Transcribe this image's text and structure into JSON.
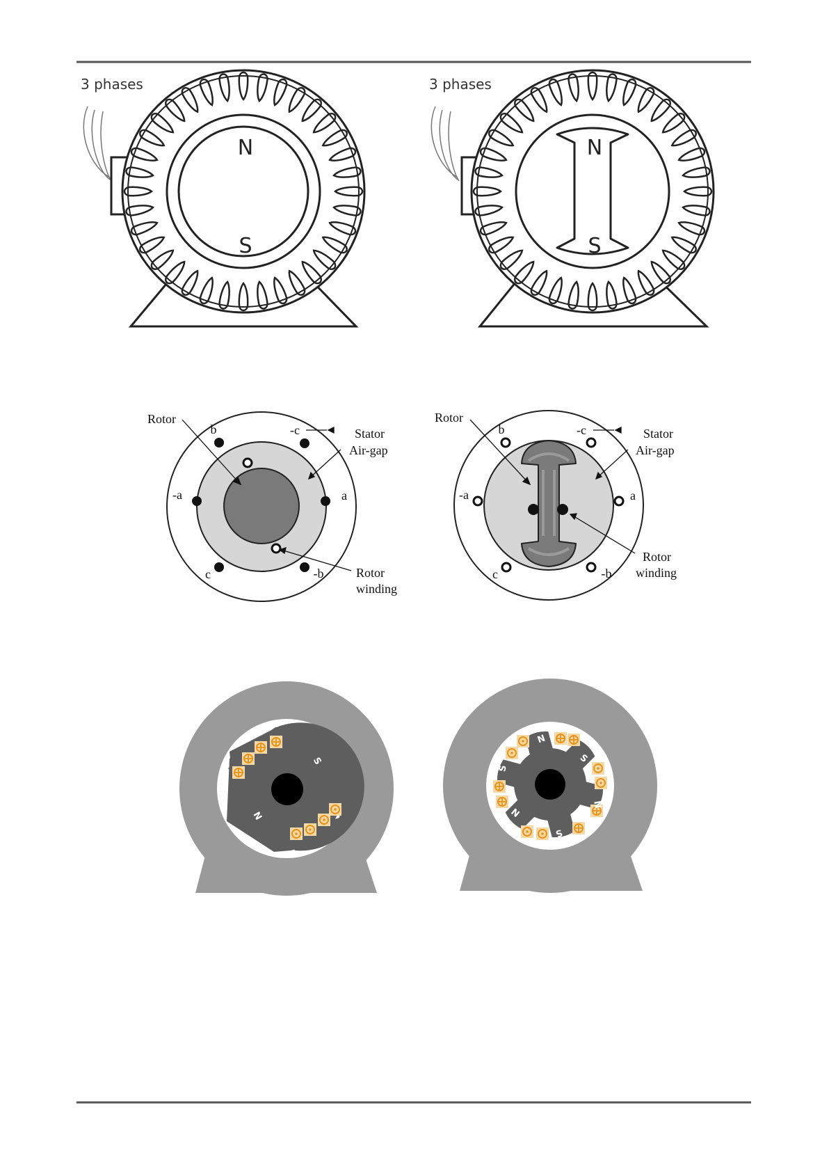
{
  "top_left": {
    "caption": "3 phases",
    "north": "N",
    "south": "S"
  },
  "top_right": {
    "caption": "3 phases",
    "north": "N",
    "south": "S"
  },
  "mid_left": {
    "rotor": "Rotor",
    "stator": "Stator",
    "air_gap": "Air-gap",
    "rotor_winding_1": "Rotor",
    "rotor_winding_2": "winding",
    "coil_labels": [
      "b",
      "-c",
      "-a",
      "a",
      "c",
      "-b"
    ]
  },
  "mid_right": {
    "rotor": "Rotor",
    "stator": "Stator",
    "air_gap": "Air-gap",
    "rotor_winding_1": "Rotor",
    "rotor_winding_2": "winding",
    "coil_labels": [
      "b",
      "-c",
      "-a",
      "a",
      "c",
      "-b"
    ]
  },
  "bottom_left": {
    "pole_labels": [
      "S",
      "N"
    ]
  },
  "bottom_right": {
    "pole_labels": [
      "N",
      "S",
      "S",
      "N",
      "N",
      "S"
    ]
  },
  "colors": {
    "motor_gray": "#9a9a9a",
    "rotor_dark": "#5e5e5e",
    "airgap_light": "#d6d6d6",
    "rotor_core": "#7a7a7a",
    "conductor_orange": "#e8921a",
    "conductor_fill": "#f4d9a6"
  }
}
